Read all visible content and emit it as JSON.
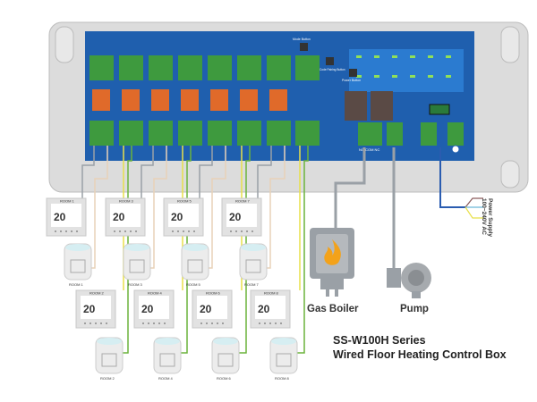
{
  "product": {
    "series": "SS-W100H Series",
    "name": "Wired Floor Heating Control Box"
  },
  "control_box": {
    "mode_button": "Mode Button",
    "code_pairing_button": "Code Pairing Button",
    "power_button": "Power Button",
    "relay_terminal": "NO COM NC",
    "power_supply_label": "Power Supply",
    "power_supply_voltage": "100~240V AC"
  },
  "thermostats_top": [
    "ROOM 1",
    "ROOM 3",
    "ROOM 5",
    "ROOM 7"
  ],
  "thermostats_bottom": [
    "ROOM 2",
    "ROOM 4",
    "ROOM 6",
    "ROOM 8"
  ],
  "thermostat_display": "20",
  "devices": {
    "boiler": "Gas Boiler",
    "pump": "Pump"
  },
  "colors": {
    "board": "#1f5fae",
    "terminal": "#3e9a3e",
    "relay": "#e06a2a",
    "wire_yellow": "#e8e04a",
    "wire_green": "#6cb43c",
    "wire_beige": "#e8d2b8",
    "wire_gray": "#9aa0a6"
  }
}
